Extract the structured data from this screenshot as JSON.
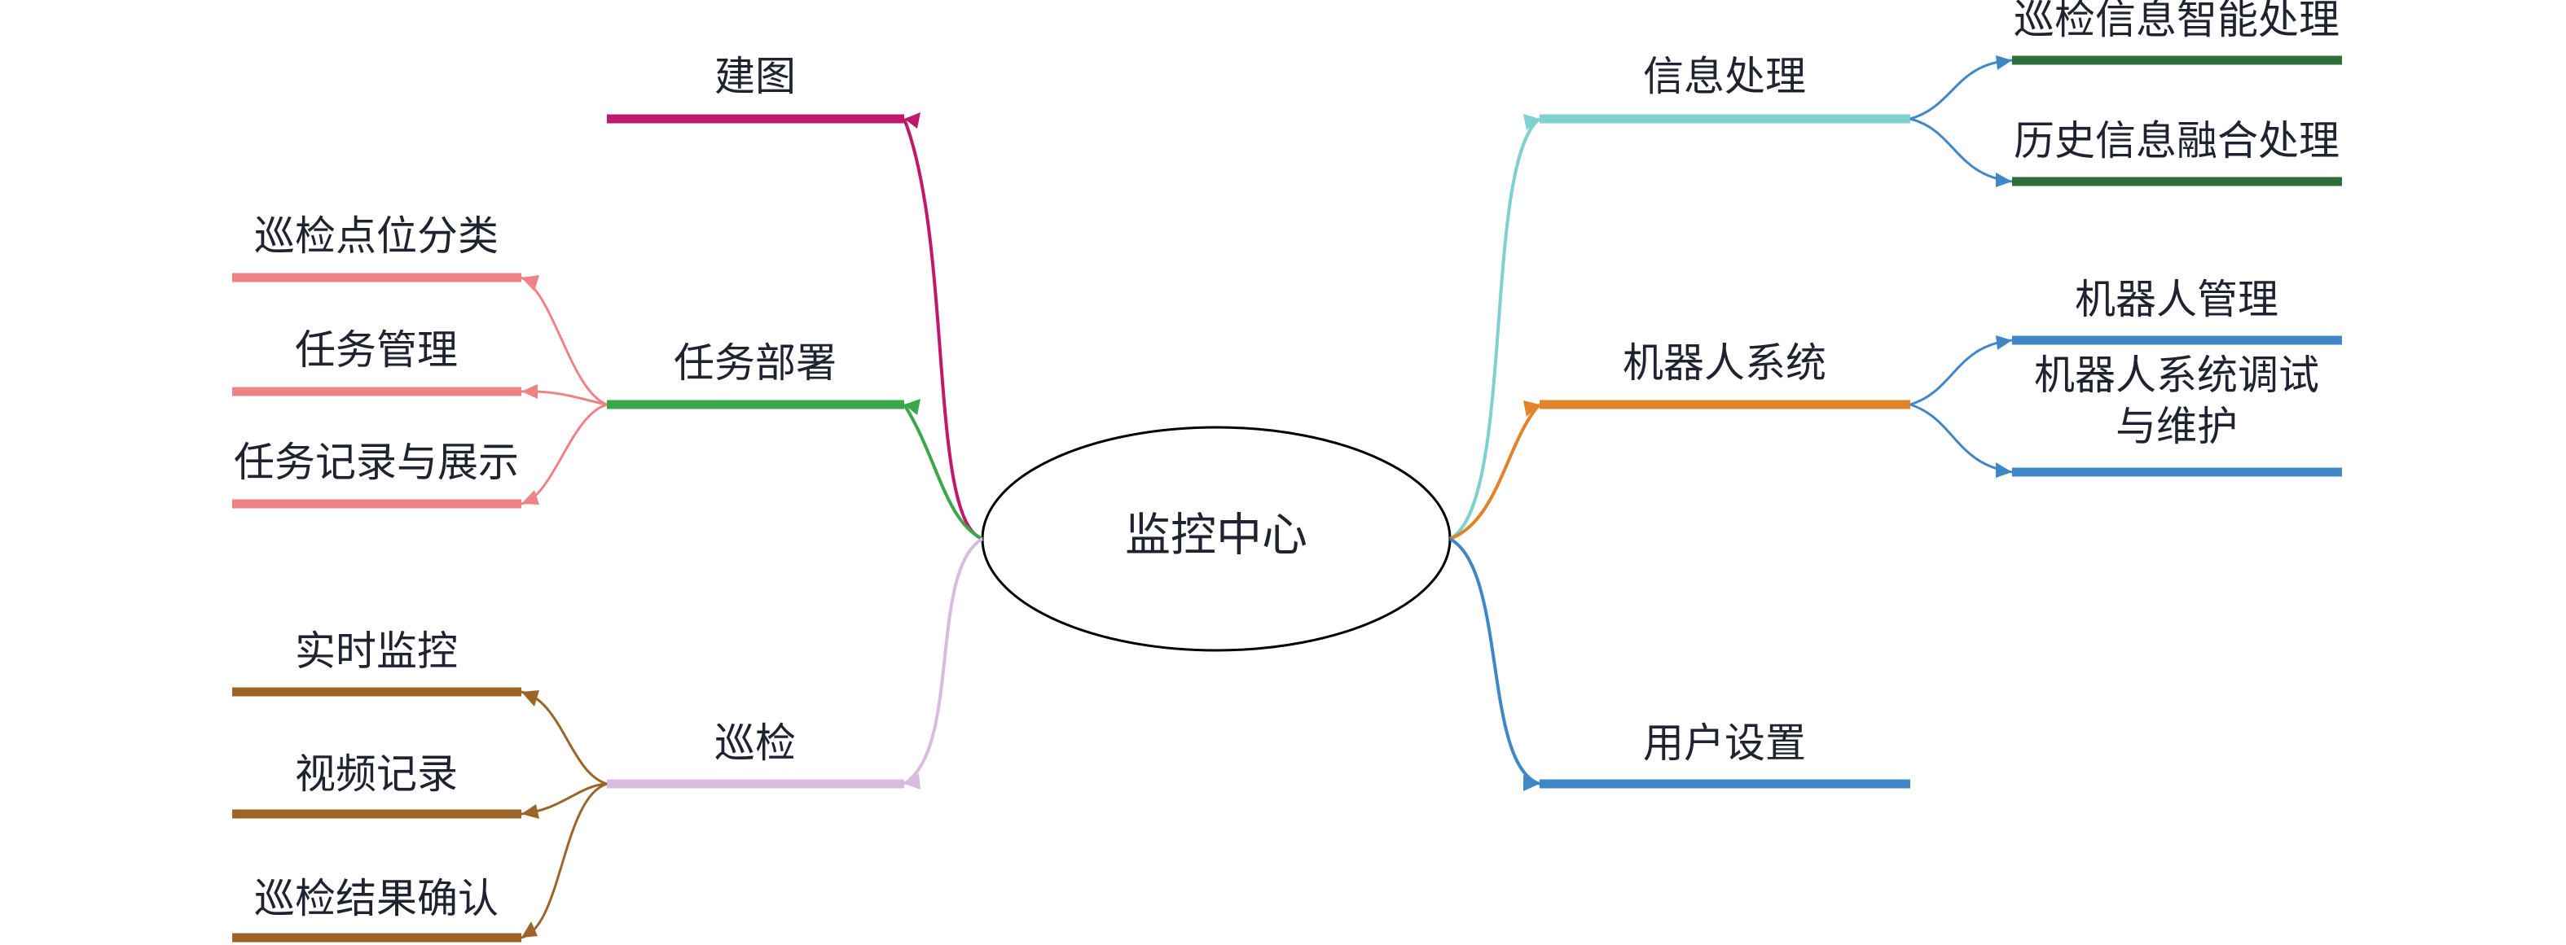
{
  "center": {
    "label": "监控中心"
  },
  "branches": {
    "jiantu": {
      "label": "建图",
      "color": "#c0186d"
    },
    "renwu": {
      "label": "任务部署",
      "color": "#3aa84a",
      "child_color": "#ef8285",
      "children": [
        "巡检点位分类",
        "任务管理",
        "任务记录与展示"
      ]
    },
    "xunjian": {
      "label": "巡检",
      "color": "#d8bcdd",
      "child_color": "#9c6427",
      "children": [
        "实时监控",
        "视频记录",
        "巡检结果确认"
      ]
    },
    "xinxi": {
      "label": "信息处理",
      "color": "#7fd0cf",
      "child_color": "#2f6e3a",
      "children": [
        "巡检信息智能处理",
        "历史信息融合处理"
      ]
    },
    "jiqiren": {
      "label": "机器人系统",
      "color": "#e0832a",
      "child_color": "#3f88c5",
      "children": [
        "机器人管理",
        "机器人系统调试",
        "与维护"
      ]
    },
    "yonghu": {
      "label": "用户设置",
      "color": "#3f88c5"
    }
  }
}
